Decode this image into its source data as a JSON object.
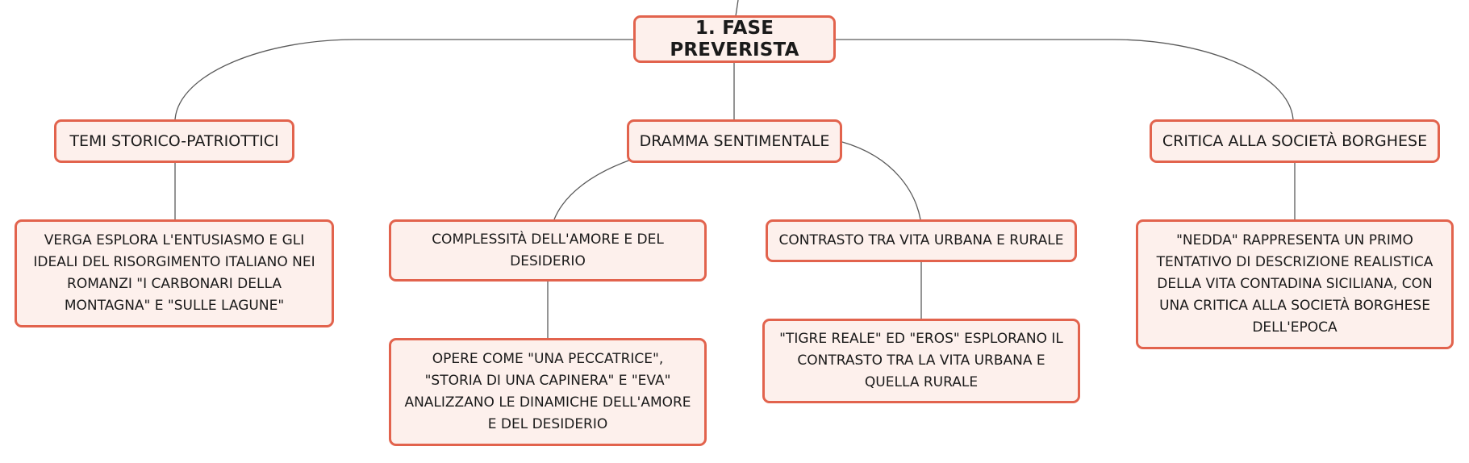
{
  "diagram": {
    "root": {
      "label": "1. FASE PREVERISTA"
    },
    "branches": [
      {
        "label": "TEMI STORICO-PATRIOTTICI",
        "detail": "VERGA ESPLORA L'ENTUSIASMO E GLI IDEALI DEL RISORGIMENTO ITALIANO NEI ROMANZI \"I CARBONARI DELLA MONTAGNA\" E \"SULLE LAGUNE\""
      },
      {
        "label": "DRAMMA SENTIMENTALE",
        "sub": [
          {
            "label": "COMPLESSITÀ DELL'AMORE E DEL DESIDERIO",
            "detail": "OPERE COME \"UNA PECCATRICE\", \"STORIA DI UNA CAPINERA\" E \"EVA\" ANALIZZANO LE DINAMICHE DELL'AMORE E DEL DESIDERIO"
          },
          {
            "label": "CONTRASTO TRA VITA URBANA E RURALE",
            "detail": "\"TIGRE REALE\" ED \"EROS\" ESPLORANO IL CONTRASTO TRA LA VITA URBANA E QUELLA RURALE"
          }
        ]
      },
      {
        "label": "CRITICA ALLA SOCIETÀ BORGHESE",
        "detail": "\"NEDDA\" RAPPRESENTA UN PRIMO TENTATIVO DI DESCRIZIONE REALISTICA DELLA VITA CONTADINA SICILIANA, CON UNA CRITICA ALLA SOCIETÀ BORGHESE DELL'EPOCA"
      }
    ],
    "colors": {
      "node_fill": "#fdf0ec",
      "node_border": "#e2634d",
      "connector": "#5a5a5a"
    }
  }
}
